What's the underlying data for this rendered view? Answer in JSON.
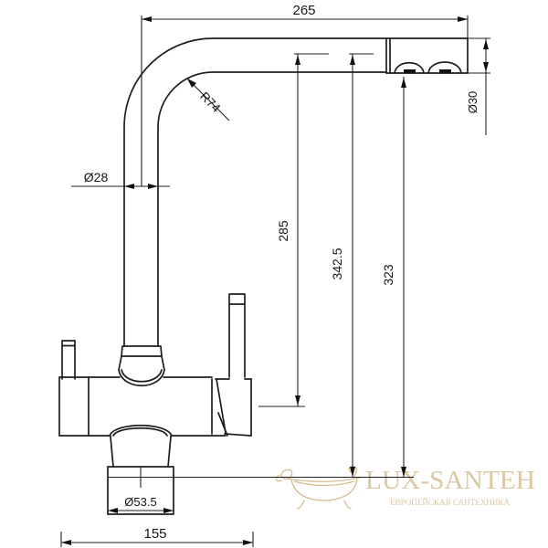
{
  "drawing": {
    "type": "faucet-technical-drawing",
    "dimensions": {
      "spout_reach": "265",
      "spout_end_diameter": "Ø30",
      "bend_radius": "R74",
      "pipe_diameter": "Ø28",
      "height_to_outlet": "285",
      "height_total": "342.5",
      "height_to_aerator": "323",
      "base_diameter": "Ø53.5",
      "body_width": "155"
    },
    "line_color": "#1e1e1e"
  },
  "watermark": {
    "brand": "LUX-SANTEH",
    "tagline": "ЕВРОПЕЙСКАЯ САНТЕХНИКА",
    "color": "#d6bc92"
  }
}
